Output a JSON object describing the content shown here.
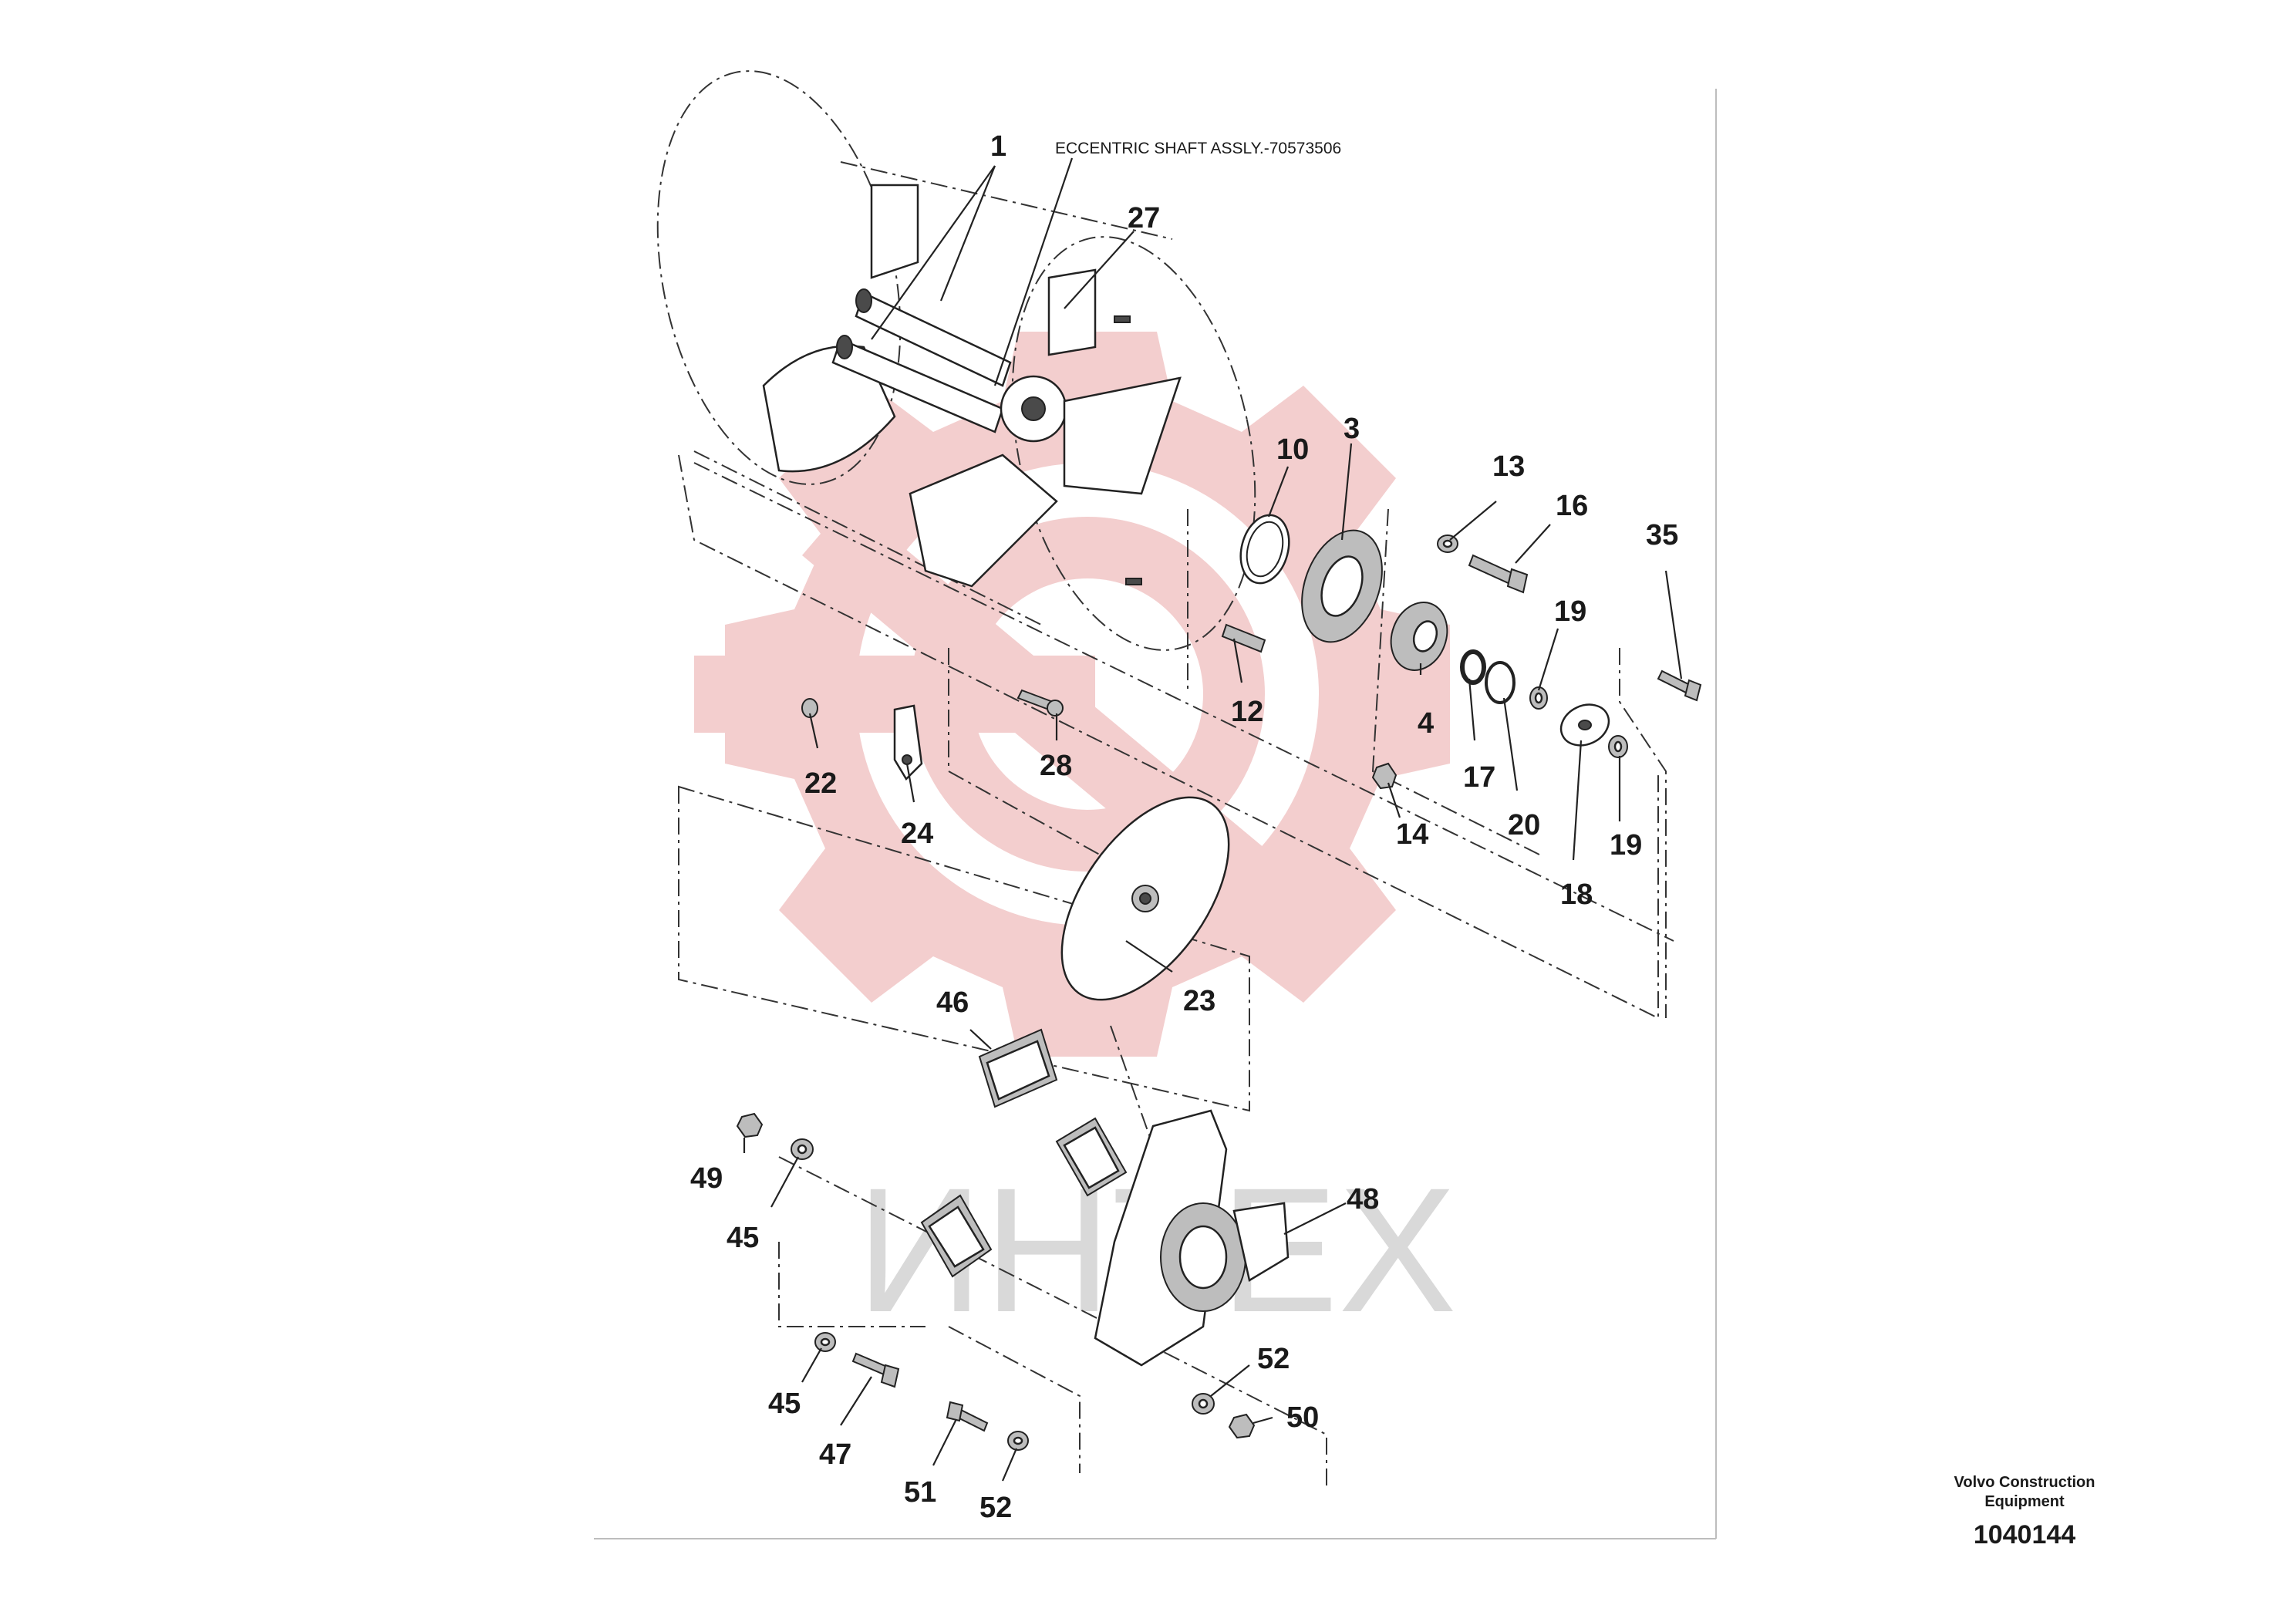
{
  "assembly_label": "ECCENTRIC SHAFT ASSLY.-70573506",
  "watermark": "ИНТЕХ",
  "footer": {
    "company_line1": "Volvo Construction",
    "company_line2": "Equipment",
    "document_number": "1040144"
  },
  "colors": {
    "watermark_gear": "#f2c9c9",
    "watermark_text": "#d9d9d9",
    "line": "#222222"
  },
  "callouts": [
    {
      "id": "c1",
      "label": "1"
    },
    {
      "id": "c27",
      "label": "27"
    },
    {
      "id": "c10",
      "label": "10"
    },
    {
      "id": "c3",
      "label": "3"
    },
    {
      "id": "c13",
      "label": "13"
    },
    {
      "id": "c16",
      "label": "16"
    },
    {
      "id": "c35",
      "label": "35"
    },
    {
      "id": "c19a",
      "label": "19"
    },
    {
      "id": "c12",
      "label": "12"
    },
    {
      "id": "c4",
      "label": "4"
    },
    {
      "id": "c17",
      "label": "17"
    },
    {
      "id": "c20",
      "label": "20"
    },
    {
      "id": "c19b",
      "label": "19"
    },
    {
      "id": "c18",
      "label": "18"
    },
    {
      "id": "c14",
      "label": "14"
    },
    {
      "id": "c22",
      "label": "22"
    },
    {
      "id": "c24",
      "label": "24"
    },
    {
      "id": "c28",
      "label": "28"
    },
    {
      "id": "c23",
      "label": "23"
    },
    {
      "id": "c46",
      "label": "46"
    },
    {
      "id": "c49",
      "label": "49"
    },
    {
      "id": "c45a",
      "label": "45"
    },
    {
      "id": "c48",
      "label": "48"
    },
    {
      "id": "c45b",
      "label": "45"
    },
    {
      "id": "c47",
      "label": "47"
    },
    {
      "id": "c51",
      "label": "51"
    },
    {
      "id": "c52a",
      "label": "52"
    },
    {
      "id": "c52b",
      "label": "52"
    },
    {
      "id": "c50",
      "label": "50"
    }
  ]
}
